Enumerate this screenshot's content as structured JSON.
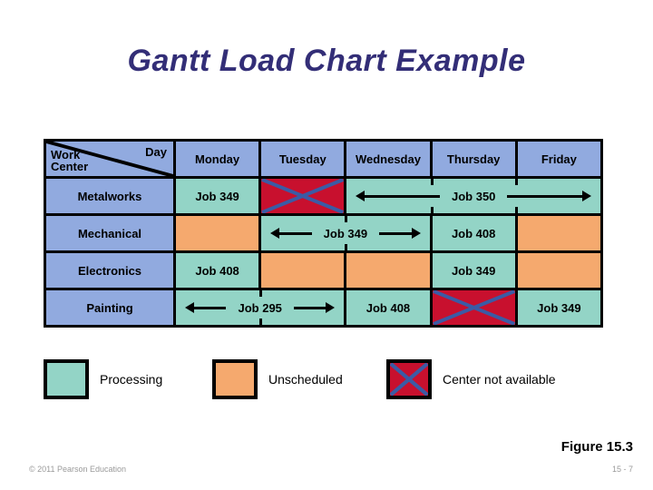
{
  "title": "Gantt Load Chart Example",
  "corner": {
    "day_label": "Day",
    "work_center_line1": "Work",
    "work_center_line2": "Center"
  },
  "footer": {
    "figure": "Figure 15.3",
    "copyright": "© 2011 Pearson Education",
    "page": "15 - 7"
  },
  "legend": [
    {
      "key": "processing",
      "label": "Processing",
      "color": "#93D4C6"
    },
    {
      "key": "unscheduled",
      "label": "Unscheduled",
      "color": "#F5A96E"
    },
    {
      "key": "not_available",
      "label": "Center not available",
      "color": "#C8102E"
    }
  ],
  "colors": {
    "header_blue": "#91AADF",
    "processing": "#93D4C6",
    "unscheduled": "#F5A96E",
    "not_available": "#C8102E",
    "x_stroke": "#3B5BA5",
    "title": "#332E77",
    "border": "#000000"
  },
  "chart_data": {
    "type": "table",
    "title": "Gantt Load Chart Example",
    "xlabel": "Day",
    "ylabel": "Work Center",
    "categories": [
      "Monday",
      "Tuesday",
      "Wednesday",
      "Thursday",
      "Friday"
    ],
    "rows": [
      {
        "work_center": "Metalworks",
        "cells": [
          {
            "label": "Job 349",
            "status": "processing",
            "span": 1,
            "arrows": "none"
          },
          {
            "label": "",
            "status": "not_available",
            "span": 1,
            "arrows": "none"
          },
          {
            "label": "Job 350",
            "status": "processing",
            "span": 3,
            "arrows": "both"
          }
        ]
      },
      {
        "work_center": "Mechanical",
        "cells": [
          {
            "label": "",
            "status": "unscheduled",
            "span": 1,
            "arrows": "none"
          },
          {
            "label": "Job 349",
            "status": "processing",
            "span": 2,
            "arrows": "both"
          },
          {
            "label": "Job 408",
            "status": "processing",
            "span": 1,
            "arrows": "none"
          },
          {
            "label": "",
            "status": "unscheduled",
            "span": 1,
            "arrows": "none"
          }
        ]
      },
      {
        "work_center": "Electronics",
        "cells": [
          {
            "label": "Job 408",
            "status": "processing",
            "span": 1,
            "arrows": "none"
          },
          {
            "label": "",
            "status": "unscheduled",
            "span": 1,
            "arrows": "none"
          },
          {
            "label": "",
            "status": "unscheduled",
            "span": 1,
            "arrows": "none"
          },
          {
            "label": "Job 349",
            "status": "processing",
            "span": 1,
            "arrows": "none"
          },
          {
            "label": "",
            "status": "unscheduled",
            "span": 1,
            "arrows": "none"
          }
        ]
      },
      {
        "work_center": "Painting",
        "cells": [
          {
            "label": "Job 295",
            "status": "processing",
            "span": 2,
            "arrows": "both"
          },
          {
            "label": "Job 408",
            "status": "processing",
            "span": 1,
            "arrows": "none"
          },
          {
            "label": "",
            "status": "not_available",
            "span": 1,
            "arrows": "none"
          },
          {
            "label": "Job 349",
            "status": "processing",
            "span": 1,
            "arrows": "none"
          }
        ]
      }
    ]
  }
}
